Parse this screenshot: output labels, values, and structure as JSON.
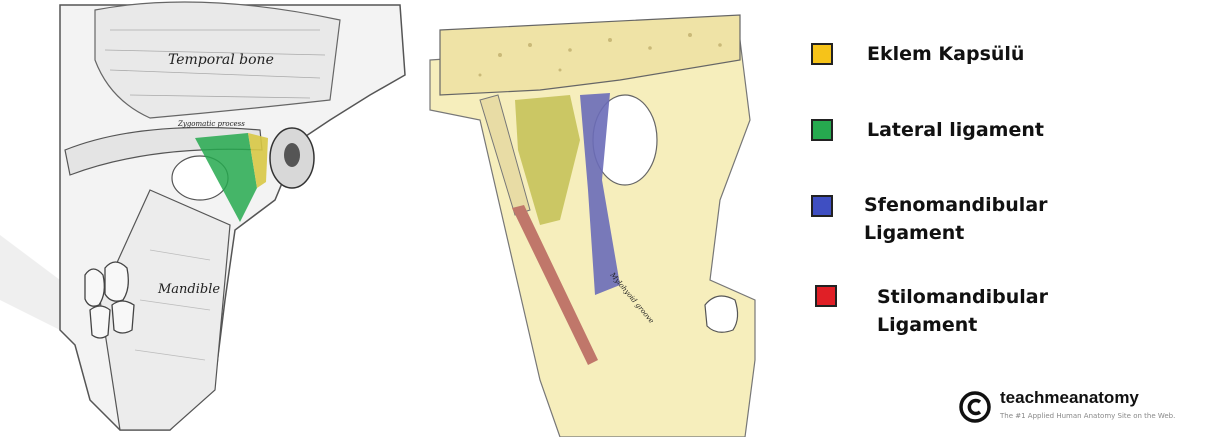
{
  "left_figure": {
    "temporal_label": "Temporal bone",
    "zygomatic_label": "Zygomatic process",
    "mandible_label": "Mandible"
  },
  "right_figure": {
    "styloid_label": "Mylohyoid groove"
  },
  "legend": [
    {
      "label": "Eklem Kapsülü",
      "color": "#f6c319"
    },
    {
      "label": "Lateral ligament",
      "color": "#26a94f"
    },
    {
      "label": "Sfenomandibular\nLigament",
      "color": "#3f4fc2"
    },
    {
      "label": "Stilomandibular\nLigament",
      "color": "#e01f26"
    }
  ],
  "brand": {
    "name": "teachmeanatomy",
    "tagline": "The #1 Applied Human Anatomy Site on the Web."
  }
}
